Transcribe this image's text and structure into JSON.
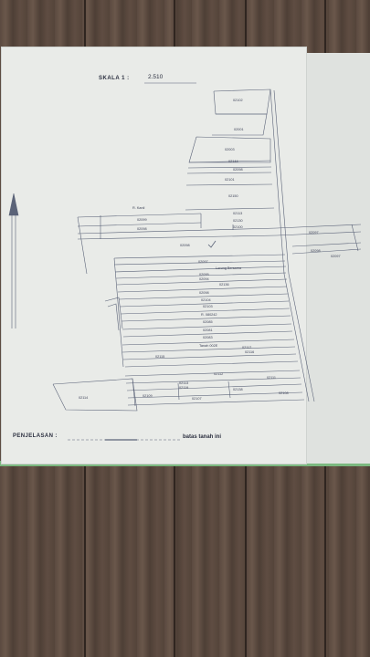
{
  "document": {
    "scale_label": "SKALA 1 :",
    "scale_value": "2.510",
    "legend_label": "PENJELASAN :",
    "legend_text": "batas tanah ini"
  },
  "parcels": {
    "p1": "02102",
    "p2": "02001",
    "p3": "02003",
    "p4": "02144",
    "p5": "02098",
    "p6": "02101",
    "p7": "02150",
    "p8": "02113",
    "p9": "02130",
    "p10": "02100",
    "p11": "02099",
    "p12": "02098",
    "p13": "02098",
    "p14": "02097",
    "p15": "02095",
    "p16": "02094",
    "p17": "02136",
    "p18": "02098",
    "p19": "02104",
    "p20": "02103",
    "p21": "02085",
    "p22": "02081",
    "p23": "02083",
    "p24": "02117",
    "p25": "02116",
    "p26": "02115",
    "p27": "02112",
    "p28": "02111",
    "p29": "02113",
    "p30": "02119",
    "p31": "02138",
    "p32": "02108",
    "p33": "02109",
    "p34": "02107",
    "p35": "02114",
    "p36": "02097",
    "p37": "02098",
    "p38": "02097"
  },
  "features": {
    "road1": "R. Kanil",
    "road2": "Lorong Bersama",
    "road3": "R. 080242",
    "road4": "Tanah 002E"
  }
}
